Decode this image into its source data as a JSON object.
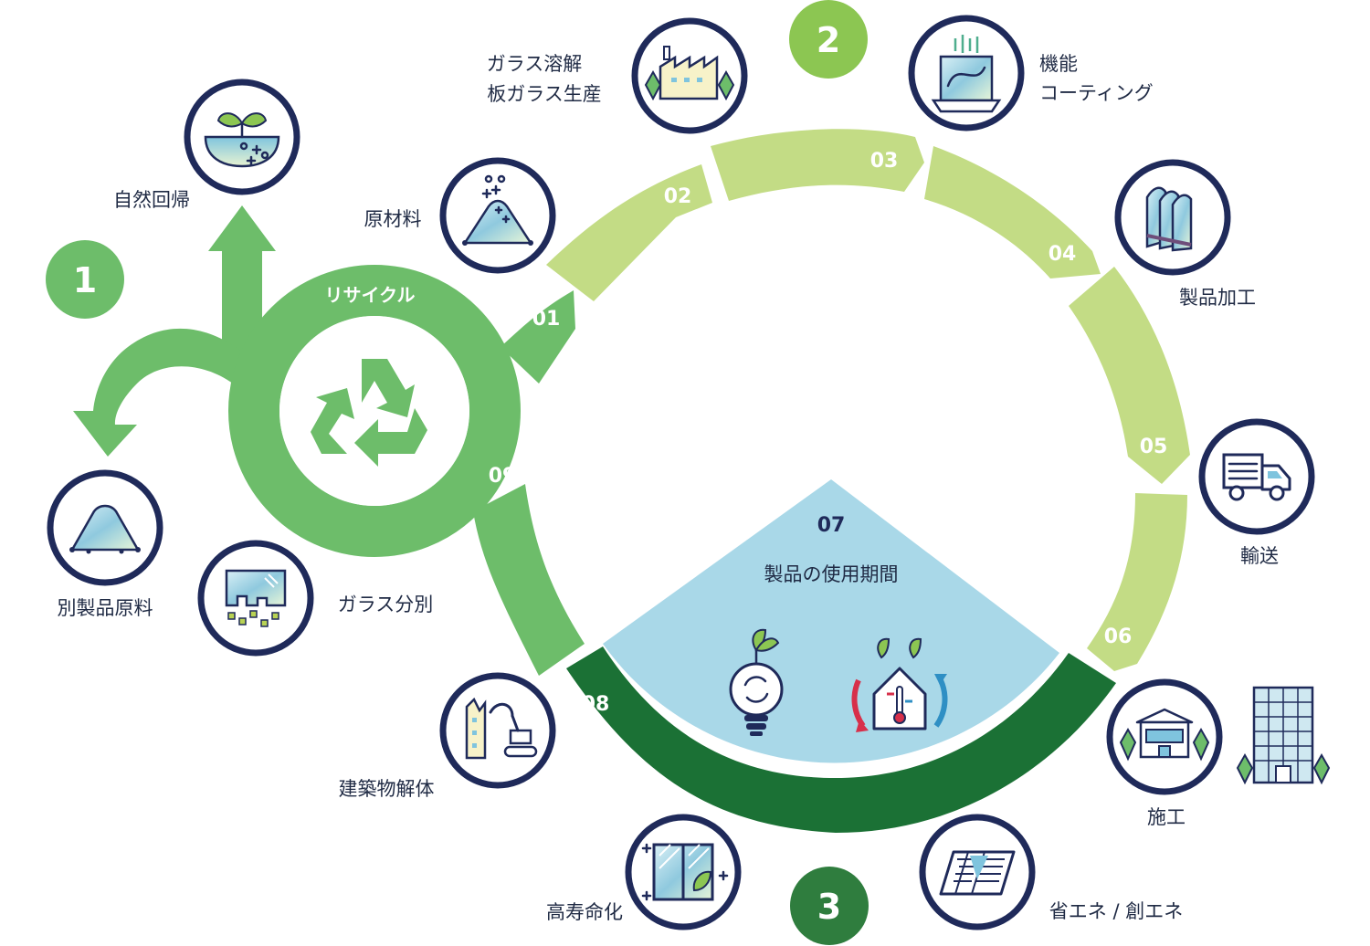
{
  "stages": [
    {
      "id": "1",
      "color": "#6dbd6a"
    },
    {
      "id": "2",
      "color": "#8cc652"
    },
    {
      "id": "3",
      "color": "#2f7d3e"
    }
  ],
  "cycle": {
    "recycle_label": "リサイクル",
    "segments": [
      "01",
      "02",
      "03",
      "04",
      "05",
      "06",
      "07",
      "08",
      "09"
    ],
    "usage_title": "製品の使用期間"
  },
  "labels": {
    "natural_return": "自然回帰",
    "raw_material": "原材料",
    "glass_melting": "ガラス溶解",
    "sheet_glass_production": "板ガラス生産",
    "functional": "機能",
    "coating": "コーティング",
    "product_processing": "製品加工",
    "transport": "輸送",
    "construction": "施工",
    "energy": "省エネ / 創エネ",
    "longevity": "高寿命化",
    "demolition": "建築物解体",
    "glass_sorting": "ガラス分別",
    "other_raw_material": "別製品原料"
  },
  "icons": {
    "natural_return": "sprout-soil-icon",
    "raw_material": "raw-material-pile-icon",
    "glass_melting": "glass-factory-icon",
    "coating": "coating-chamber-icon",
    "product_processing": "glass-panes-icon",
    "transport": "truck-icon",
    "construction": "house-with-trees-icon",
    "building": "office-building-icon",
    "energy": "solar-panel-icon",
    "longevity": "window-leaf-icon",
    "demolition": "demolition-excavator-icon",
    "glass_sorting": "glass-cullet-icon",
    "other_raw_material": "cullet-pile-icon",
    "recycle": "recycle-icon",
    "led": "led-bulb-icon",
    "thermal_home": "thermal-home-icon"
  },
  "colors": {
    "navy": "#1f2a5a",
    "light_green": "#c3dc85",
    "mid_green": "#6dbd6a",
    "dark_green": "#1b7135",
    "sky": "#a9d8e8"
  }
}
